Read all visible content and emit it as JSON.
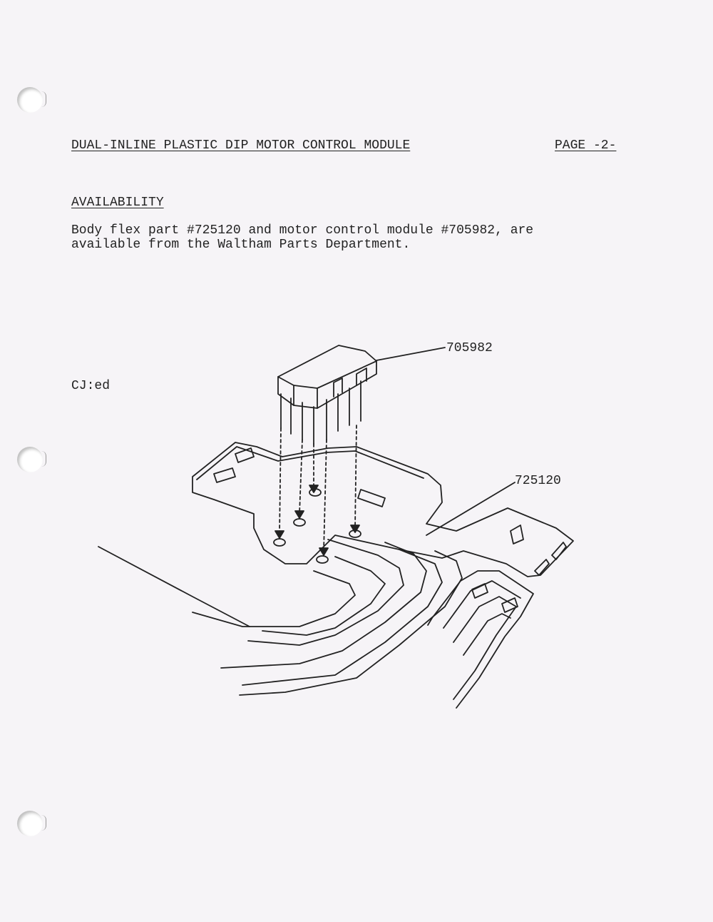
{
  "header": {
    "title": "DUAL-INLINE PLASTIC DIP MOTOR CONTROL MODULE",
    "page": "PAGE -2-"
  },
  "section": {
    "heading": "AVAILABILITY",
    "body_line1": "Body flex part #725120 and motor control module #705982, are",
    "body_line2": "available from the Waltham Parts Department."
  },
  "initials": "CJ:ed",
  "diagram": {
    "module_label": "705982",
    "flex_label": "725120"
  }
}
